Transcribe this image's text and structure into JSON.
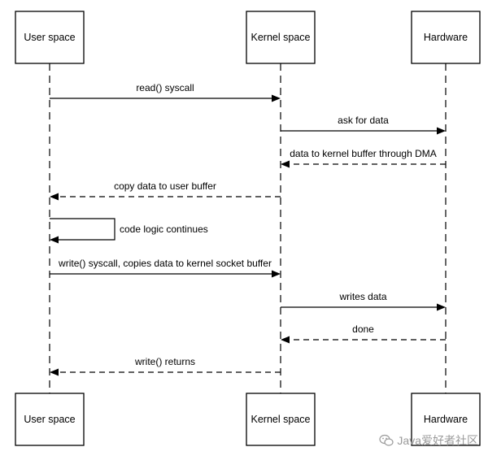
{
  "participants": [
    {
      "id": "user",
      "label": "User space"
    },
    {
      "id": "kernel",
      "label": "Kernel space"
    },
    {
      "id": "hw",
      "label": "Hardware"
    }
  ],
  "messages": [
    {
      "from": "user",
      "to": "kernel",
      "style": "solid",
      "label": "read() syscall"
    },
    {
      "from": "kernel",
      "to": "hw",
      "style": "solid",
      "label": "ask for data"
    },
    {
      "from": "hw",
      "to": "kernel",
      "style": "dashed",
      "label": "data to kernel buffer through DMA"
    },
    {
      "from": "kernel",
      "to": "user",
      "style": "dashed",
      "label": "copy data to user buffer"
    },
    {
      "from": "user",
      "to": "user",
      "style": "solid",
      "label": "code logic continues"
    },
    {
      "from": "user",
      "to": "kernel",
      "style": "solid",
      "label": "write() syscall, copies data to kernel socket buffer"
    },
    {
      "from": "kernel",
      "to": "hw",
      "style": "solid",
      "label": "writes data"
    },
    {
      "from": "hw",
      "to": "kernel",
      "style": "dashed",
      "label": "done"
    },
    {
      "from": "kernel",
      "to": "user",
      "style": "dashed",
      "label": "write() returns"
    }
  ],
  "watermark": {
    "text": "Java爱好者社区",
    "icon": "wechat-icon"
  }
}
